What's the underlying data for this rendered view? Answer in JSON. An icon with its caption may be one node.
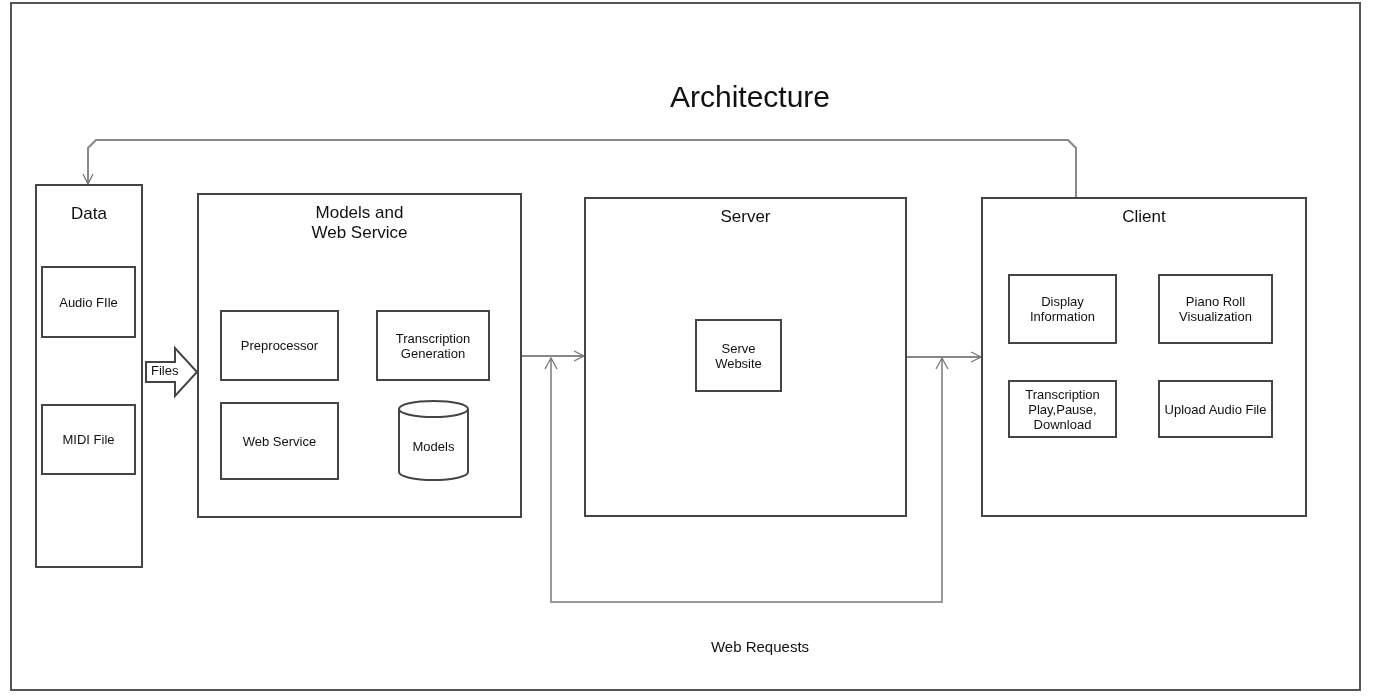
{
  "diagram": {
    "title": "Architecture",
    "nodes": [
      {
        "text": [
          "Data"
        ]
      },
      {
        "text": [
          "Audio FIle"
        ],
        "in": 0
      },
      {
        "text": [
          "MIDI File"
        ],
        "in": 0
      },
      {
        "text": [
          "Models and Web Service"
        ]
      },
      {
        "text": [
          "Preprocessor"
        ],
        "in": 3
      },
      {
        "text": [
          "Transcription Generation"
        ],
        "in": 3
      },
      {
        "text": [
          "Web Service"
        ],
        "in": 3
      },
      {
        "text": [
          "Models"
        ],
        "in": 3
      },
      {
        "text": [
          "Server"
        ]
      },
      {
        "text": [
          "Serve Website"
        ],
        "in": 8
      },
      {
        "text": [
          "Client"
        ]
      },
      {
        "text": [
          "Display Information"
        ],
        "in": 10
      },
      {
        "text": [
          "Piano Roll Visualization"
        ],
        "in": 10
      },
      {
        "text": [
          "Transcription Play,Pause, Download"
        ],
        "in": 10
      },
      {
        "text": [
          "Upload Audio File"
        ],
        "in": 10
      }
    ],
    "edges": [
      {
        "from": 0,
        "to": 3,
        "arrow": "to",
        "label": "Files",
        "style": "thick"
      },
      {
        "from": 3,
        "to": 8,
        "arrow": "to"
      },
      {
        "from": 8,
        "to": 10,
        "arrow": "to"
      },
      {
        "from": 10,
        "to": 0,
        "arrow": "to"
      }
    ],
    "labels": [
      "Web Requests"
    ]
  }
}
